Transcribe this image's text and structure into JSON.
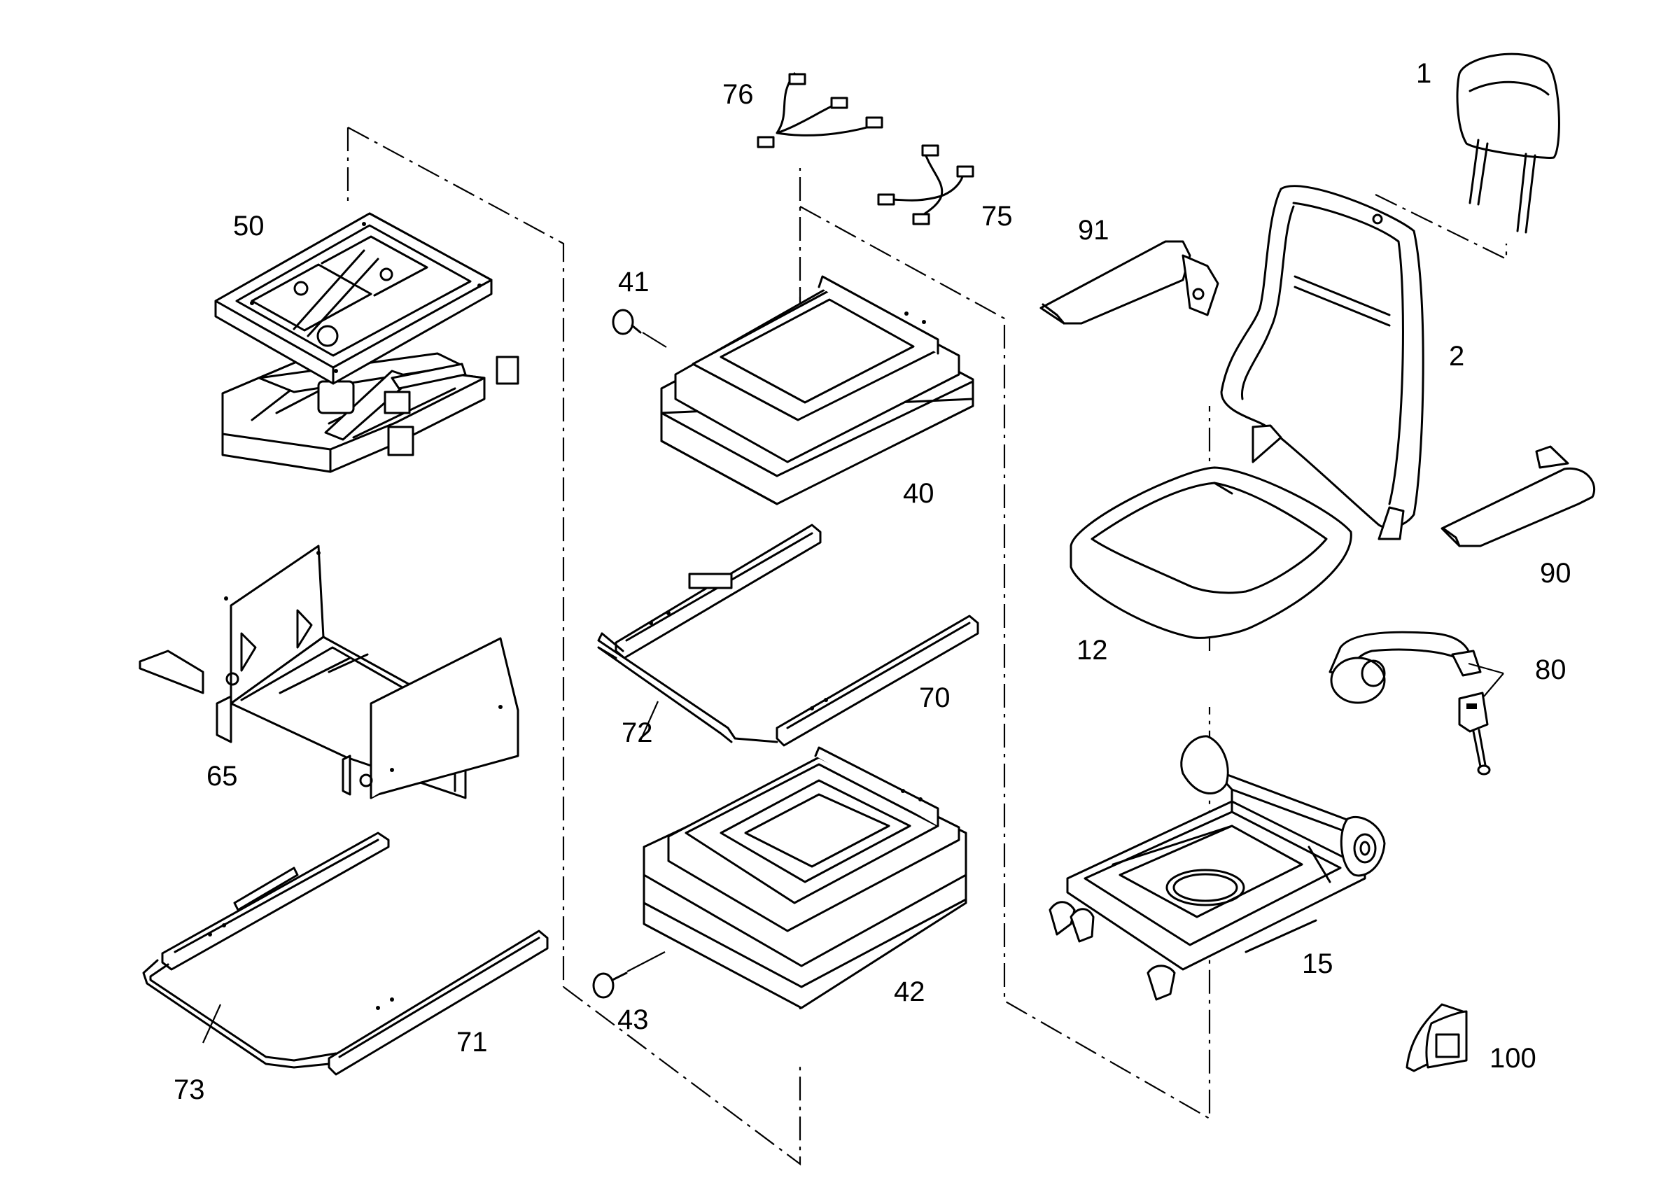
{
  "diagram": {
    "parts": [
      {
        "id": "headrest",
        "label": "1"
      },
      {
        "id": "backrest",
        "label": "2"
      },
      {
        "id": "seat-cushion",
        "label": "12"
      },
      {
        "id": "seat-frame",
        "label": "15"
      },
      {
        "id": "upper-bellows",
        "label": "40"
      },
      {
        "id": "bellows-plug-upper",
        "label": "41"
      },
      {
        "id": "lower-bellows",
        "label": "42"
      },
      {
        "id": "bellows-plug-lower",
        "label": "43"
      },
      {
        "id": "suspension",
        "label": "50"
      },
      {
        "id": "console",
        "label": "65"
      },
      {
        "id": "upper-slide-rail",
        "label": "70"
      },
      {
        "id": "lower-slide-rail",
        "label": "71"
      },
      {
        "id": "upper-slide-lever",
        "label": "72"
      },
      {
        "id": "lower-slide-lever",
        "label": "73"
      },
      {
        "id": "harness-75",
        "label": "75"
      },
      {
        "id": "harness-76",
        "label": "76"
      },
      {
        "id": "seat-belt",
        "label": "80"
      },
      {
        "id": "armrest-right",
        "label": "90"
      },
      {
        "id": "armrest-left",
        "label": "91"
      },
      {
        "id": "document-pouch",
        "label": "100"
      }
    ]
  }
}
